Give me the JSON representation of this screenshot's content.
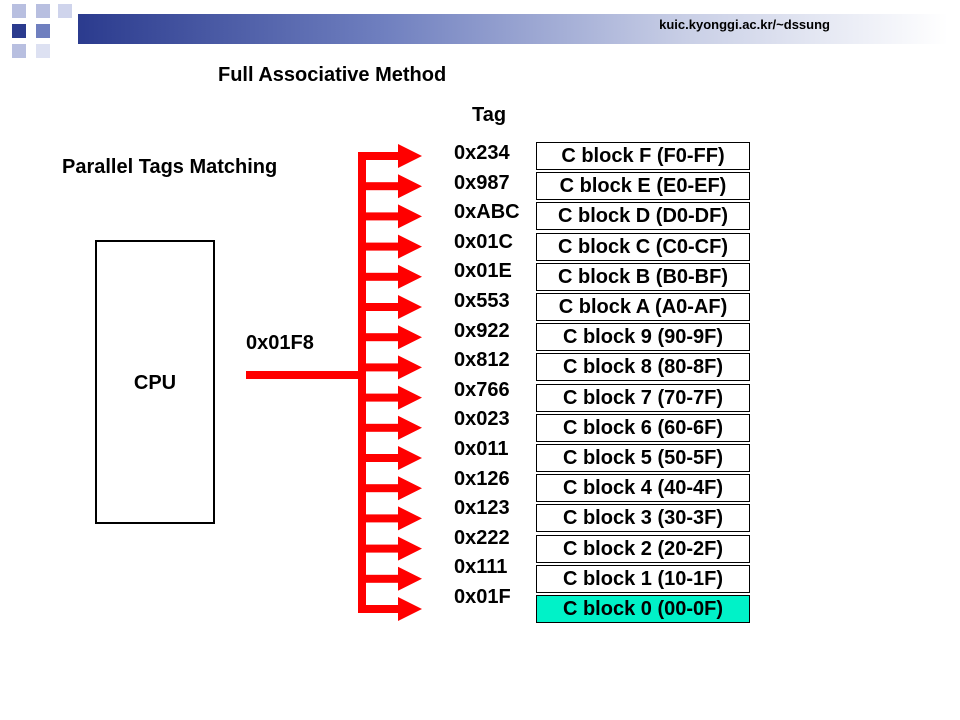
{
  "header": {
    "site": "kuic.kyonggi.ac.kr/~dssung"
  },
  "title": "Full Associative Method",
  "tag_header": "Tag",
  "side_label": "Parallel Tags Matching",
  "cpu": {
    "label": "CPU"
  },
  "address": "0x01F8",
  "colors": {
    "arrow": "#ff0000",
    "hit_block": "#00f2c8",
    "header_bar": "#2b3b8e"
  },
  "rows": [
    {
      "tag": "0x234",
      "block": "C block F (F0-FF)",
      "hit": false
    },
    {
      "tag": "0x987",
      "block": "C block E (E0-EF)",
      "hit": false
    },
    {
      "tag": "0xABC",
      "block": "C block D (D0-DF)",
      "hit": false
    },
    {
      "tag": "0x01C",
      "block": "C block C (C0-CF)",
      "hit": false
    },
    {
      "tag": "0x01E",
      "block": "C block B (B0-BF)",
      "hit": false
    },
    {
      "tag": "0x553",
      "block": "C block A (A0-AF)",
      "hit": false
    },
    {
      "tag": "0x922",
      "block": "C block 9 (90-9F)",
      "hit": false
    },
    {
      "tag": "0x812",
      "block": "C block 8 (80-8F)",
      "hit": false
    },
    {
      "tag": "0x766",
      "block": "C block 7 (70-7F)",
      "hit": false
    },
    {
      "tag": "0x023",
      "block": "C block 6 (60-6F)",
      "hit": false
    },
    {
      "tag": "0x011",
      "block": "C block 5 (50-5F)",
      "hit": false
    },
    {
      "tag": "0x126",
      "block": "C block 4 (40-4F)",
      "hit": false
    },
    {
      "tag": "0x123",
      "block": "C block 3 (30-3F)",
      "hit": false
    },
    {
      "tag": "0x222",
      "block": "C block 2 (20-2F)",
      "hit": false
    },
    {
      "tag": "0x111",
      "block": "C block 1 (10-1F)",
      "hit": false
    },
    {
      "tag": "0x01F",
      "block": "C block 0 (00-0F)",
      "hit": true
    }
  ]
}
